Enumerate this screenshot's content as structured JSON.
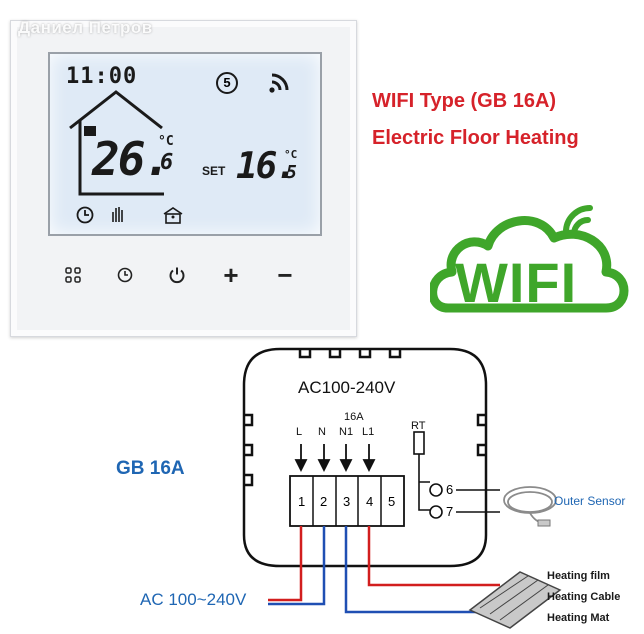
{
  "watermark": "Даниел Петров",
  "thermostat": {
    "time": "11:00",
    "day": "5",
    "room_temp": "26.6",
    "room_temp_main": "26.",
    "room_temp_decimal": "6",
    "unit": "°C",
    "set_label": "SET",
    "set_temp_main": "16.",
    "set_temp_decimal": "5",
    "buttons": [
      "menu-icon",
      "clock-icon",
      "power-icon",
      "plus-icon",
      "minus-icon"
    ],
    "plus_label": "+",
    "minus_label": "−"
  },
  "headline": {
    "line1": "WIFI Type (GB 16A)",
    "line2": "Electric Floor Heating"
  },
  "wifi_logo": {
    "text": "WIFI",
    "color": "#3fa62a"
  },
  "diagram": {
    "model_label": "GB 16A",
    "voltage_box": "AC100-240V",
    "amp_label": "16A",
    "terminal_letters": [
      "L",
      "N",
      "N1",
      "L1"
    ],
    "rt_label": "RT",
    "terminals": [
      "1",
      "2",
      "3",
      "4",
      "5"
    ],
    "sensor_terminals": [
      "6",
      "7"
    ],
    "outer_sensor": "Outer Sensor",
    "ac_input": "AC 100~240V",
    "heating_items": [
      "Heating film",
      "Heating Cable",
      "Heating Mat"
    ],
    "wire_colors": {
      "red": "#d21e1e",
      "blue": "#1f4fb3"
    }
  }
}
